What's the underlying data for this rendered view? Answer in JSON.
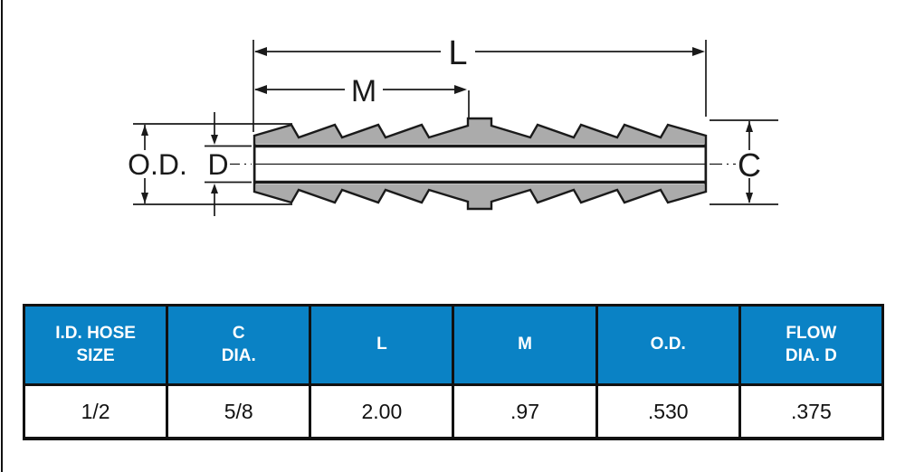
{
  "diagram": {
    "labels": {
      "l": "L",
      "m": "M",
      "od": "O.D.",
      "d": "D",
      "c": "C"
    },
    "colors": {
      "fitting_fill": "#ABABAB",
      "line": "#1a1a1a"
    }
  },
  "table": {
    "header_bg": "#0a82c5",
    "header_text_color": "#ffffff",
    "headers": [
      {
        "lines": [
          "I.D. HOSE",
          "SIZE"
        ]
      },
      {
        "lines": [
          "C",
          "DIA."
        ]
      },
      {
        "lines": [
          "L"
        ]
      },
      {
        "lines": [
          "M"
        ]
      },
      {
        "lines": [
          "O.D."
        ]
      },
      {
        "lines": [
          "FLOW",
          "DIA. D"
        ]
      }
    ],
    "rows": [
      [
        "1/2",
        "5/8",
        "2.00",
        ".97",
        ".530",
        ".375"
      ]
    ]
  }
}
